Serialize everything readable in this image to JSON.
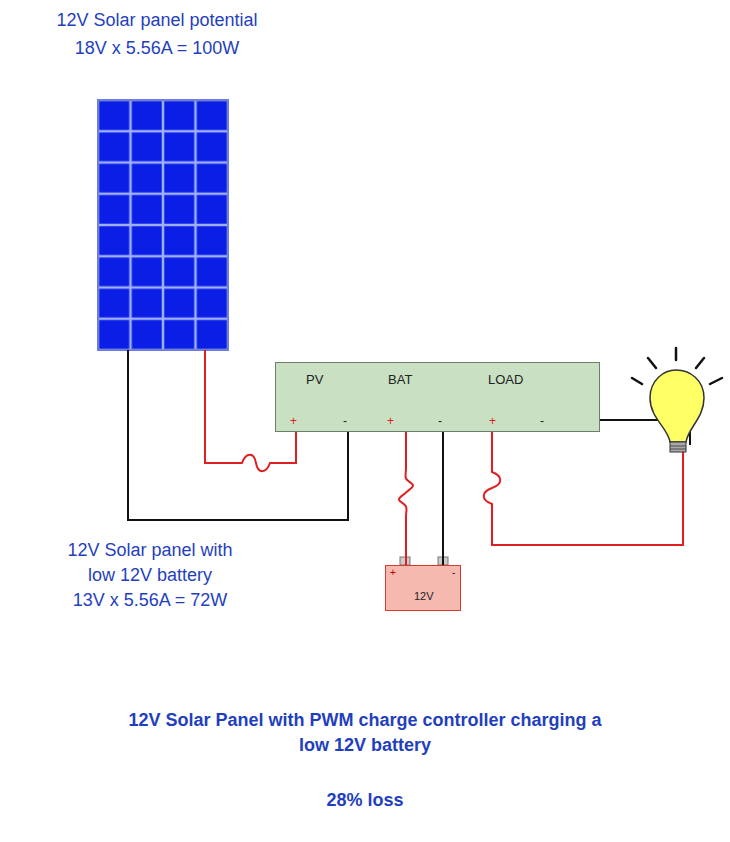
{
  "diagram": {
    "caption": "12V Solar Panel with PWM charge controller charging a low 12V battery",
    "nodes": [
      {
        "text": [
          "PV",
          "BAT",
          "LOAD",
          "+",
          "-",
          "+",
          "-",
          "+",
          "-"
        ]
      },
      {
        "text": [
          "+",
          "-",
          "12V"
        ]
      }
    ],
    "edges": [
      {
        "from": 0,
        "to": 1,
        "arrow": "none"
      },
      {
        "from": 0,
        "to": 1,
        "arrow": "none"
      }
    ],
    "labels": [
      "12V Solar panel potential",
      "18V x 5.56A = 100W",
      "12V Solar panel with",
      "low 12V battery",
      "13V x 5.56A = 72W",
      "28% loss"
    ]
  }
}
